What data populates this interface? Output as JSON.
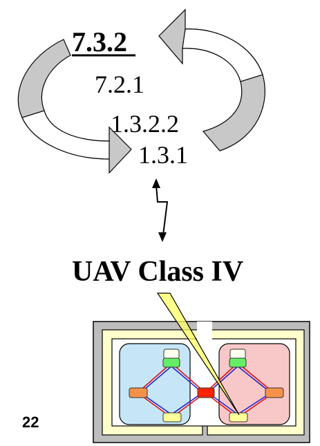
{
  "cycle": {
    "head": "7.3.2",
    "items": [
      "7.2.1",
      "1.3.2.2",
      "1.3.1"
    ]
  },
  "platform": {
    "label": "UAV Class IV"
  },
  "page_number": "22",
  "colors": {
    "arrow_fill": "#c8c8c8",
    "outer_frame": "#bdbdbd",
    "inner_frame": "#ffffcc",
    "left_zone": "#c6e6f8",
    "right_zone": "#f8c8c8",
    "node_green": "#66ee66",
    "node_yellow": "#ffff99",
    "node_orange": "#f5924a",
    "node_red": "#ff2200",
    "link_red": "#e01010",
    "link_blue": "#2222cc",
    "callout_fill": "#ffff66"
  }
}
